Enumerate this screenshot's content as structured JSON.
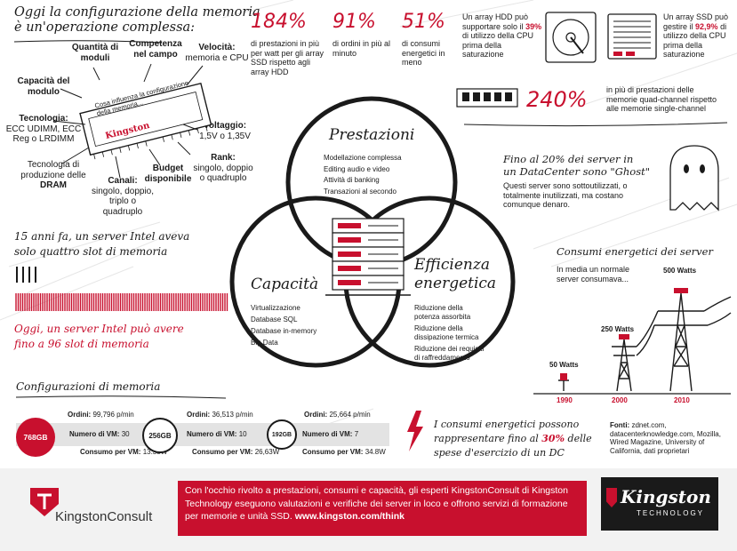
{
  "colors": {
    "accent": "#c8102e",
    "text": "#1a1a1a",
    "footer_bg": "#f2f2f2",
    "ghost": "#ffffff"
  },
  "memory": {
    "title_line1": "Oggi la configurazione della memoria",
    "title_line2": "è un'operazione complessa:",
    "labels": {
      "quantita": "Quantità di moduli",
      "competenza": "Competenza nel campo",
      "velocita_title": "Velocità:",
      "velocita_body": "memoria e CPU",
      "capacita": "Capacità del modulo",
      "tecnologia_title": "Tecnologia:",
      "tecnologia_body": "ECC UDIMM, ECC Reg o LRDIMM",
      "voltaggio_title": "Voltaggio:",
      "voltaggio_body": "1,5V o 1,35V",
      "produzione": "Tecnologia di produzione delle",
      "produzione_bold": "DRAM",
      "rank_title": "Rank:",
      "rank_body": "singolo, doppio o quadruplo",
      "budget": "Budget disponibile",
      "canali_title": "Canali:",
      "canali_body": "singolo, doppio, triplo o quadruplo"
    },
    "module_text_line1": "Cosa influenza la configurazione",
    "module_text_line2": "della memoria...",
    "module_brand": "Kingston"
  },
  "stats": [
    {
      "value": "184%",
      "text": "di prestazioni in più per watt per gli array SSD rispetto agli array HDD"
    },
    {
      "value": "91%",
      "text": "di ordini in più al minuto"
    },
    {
      "value": "51%",
      "text": "di consumi energetici in meno"
    }
  ],
  "hdd": {
    "pre": "Un array HDD può supportare solo il",
    "pct": "39%",
    "post": "di utilizzo della CPU prima della saturazione"
  },
  "ssd": {
    "pre": "Un array SSD può gestire il",
    "pct": "92,9%",
    "post": "di utilizzo della CPU prima della saturazione"
  },
  "quad": {
    "value": "240%",
    "text": "in più di prestazioni delle memorie quad-channel rispetto alle memorie single-channel"
  },
  "ghost": {
    "title_line1": "Fino al 20% dei server in",
    "title_line2": "un DataCenter sono \"Ghost\"",
    "body": "Questi server sono sottoutilizzati, o totalmente inutilizzati, ma costano comunque denaro."
  },
  "venn": {
    "prestazioni": {
      "title": "Prestazioni",
      "items": [
        "Modellazione complessa",
        "Editing audio e video",
        "Attività di banking",
        "Transazioni al secondo"
      ]
    },
    "capacita": {
      "title": "Capacità",
      "items": [
        "Virtualizzazione",
        "Database SQL",
        "Database in-memory",
        "Big Data"
      ]
    },
    "efficienza": {
      "title_line1": "Efficienza",
      "title_line2": "energetica",
      "items": [
        "Riduzione della potenza assorbita",
        "Riduzione della dissipazione termica",
        "Riduzione dei requisiti di raffreddamento"
      ]
    }
  },
  "history": {
    "past_line1": "15 anni fa, un server Intel aveva",
    "past_line2": "solo quattro slot di memoria",
    "now_line1": "Oggi, un server Intel può avere",
    "now_line2": "fino a 96 slot di memoria"
  },
  "energy": {
    "title": "Consumi energetici dei server",
    "subtitle": "In media un normale server consumava...",
    "points": [
      {
        "watts": "50 Watts",
        "year": "1990"
      },
      {
        "watts": "250 Watts",
        "year": "2000"
      },
      {
        "watts": "500 Watts",
        "year": "2010"
      }
    ],
    "note_pre": "I consumi energetici possono rappresentare fino al",
    "note_pct": "30%",
    "note_post": "delle spese d'esercizio di un DC"
  },
  "configs": {
    "title": "Configurazioni di memoria",
    "items": [
      {
        "size": "768GB",
        "orders_label": "Ordini:",
        "orders": "99,796 p/min",
        "vm_label": "Numero di VM:",
        "vm": "30",
        "power_label": "Consumo per VM:",
        "power": "13.33W"
      },
      {
        "size": "256GB",
        "orders_label": "Ordini:",
        "orders": "36,513 p/min",
        "vm_label": "Numero di VM:",
        "vm": "10",
        "power_label": "Consumo per VM:",
        "power": "26,63W"
      },
      {
        "size": "192GB",
        "orders_label": "Ordini:",
        "orders": "25,664 p/min",
        "vm_label": "Numero di VM:",
        "vm": "7",
        "power_label": "Consumo per VM:",
        "power": "34.8W"
      }
    ]
  },
  "sources": {
    "label": "Fonti:",
    "text": "zdnet.com, datacenterknowledge.com, Mozilla, Wired Magazine, University of California, dati proprietari"
  },
  "footer": {
    "left_logo": "KingstonConsult",
    "text": "Con l'occhio rivolto a prestazioni, consumi e capacità, gli esperti KingstonConsult di Kingston Technology eseguono valutazioni e verifiche dei server in loco e offrono servizi di formazione per memorie e unità SSD.",
    "url": "www.kingston.com/think",
    "right_logo": "Kingston",
    "right_logo_sub": "TECHNOLOGY"
  }
}
